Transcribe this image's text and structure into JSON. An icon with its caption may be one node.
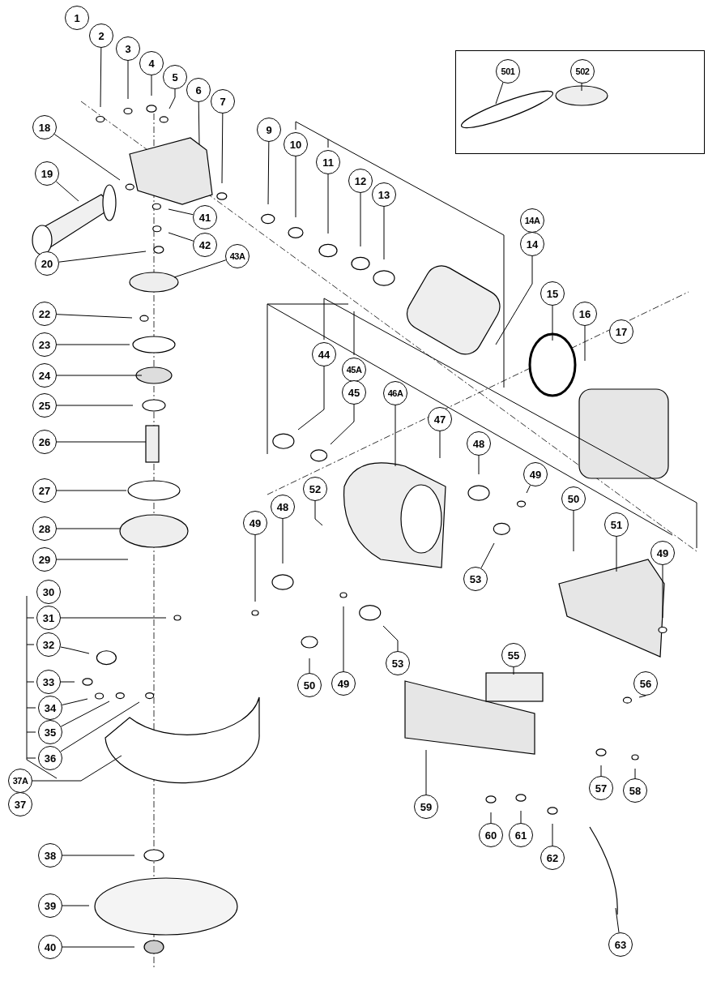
{
  "diagram": {
    "nodes": [
      {
        "text": [],
        "shape": "box"
      },
      {
        "text": [
          "501"
        ],
        "in": 0
      },
      {
        "text": [
          "502"
        ],
        "in": 0
      },
      {
        "text": [
          "1"
        ]
      },
      {
        "text": [
          "2"
        ]
      },
      {
        "text": [
          "3"
        ]
      },
      {
        "text": [
          "4"
        ]
      },
      {
        "text": [
          "5"
        ]
      },
      {
        "text": [
          "6"
        ]
      },
      {
        "text": [
          "7"
        ]
      },
      {
        "text": [
          "9"
        ]
      },
      {
        "text": [
          "10"
        ]
      },
      {
        "text": [
          "11"
        ]
      },
      {
        "text": [
          "12"
        ]
      },
      {
        "text": [
          "13"
        ]
      },
      {
        "text": [
          "14A"
        ]
      },
      {
        "text": [
          "14"
        ]
      },
      {
        "text": [
          "15"
        ]
      },
      {
        "text": [
          "16"
        ]
      },
      {
        "text": [
          "17"
        ]
      },
      {
        "text": [
          "18"
        ]
      },
      {
        "text": [
          "19"
        ]
      },
      {
        "text": [
          "20"
        ]
      },
      {
        "text": [
          "41"
        ]
      },
      {
        "text": [
          "42"
        ]
      },
      {
        "text": [
          "43A"
        ]
      },
      {
        "text": [
          "22"
        ]
      },
      {
        "text": [
          "23"
        ]
      },
      {
        "text": [
          "24"
        ]
      },
      {
        "text": [
          "25"
        ]
      },
      {
        "text": [
          "26"
        ]
      },
      {
        "text": [
          "27"
        ]
      },
      {
        "text": [
          "28"
        ]
      },
      {
        "text": [
          "29"
        ]
      },
      {
        "text": [
          "30"
        ]
      },
      {
        "text": [
          "31"
        ]
      },
      {
        "text": [
          "32"
        ]
      },
      {
        "text": [
          "33"
        ]
      },
      {
        "text": [
          "34"
        ]
      },
      {
        "text": [
          "35"
        ]
      },
      {
        "text": [
          "36"
        ]
      },
      {
        "text": [
          "37A"
        ]
      },
      {
        "text": [
          "37"
        ]
      },
      {
        "text": [
          "38"
        ]
      },
      {
        "text": [
          "39"
        ]
      },
      {
        "text": [
          "40"
        ]
      },
      {
        "text": [
          "44"
        ]
      },
      {
        "text": [
          "45A"
        ]
      },
      {
        "text": [
          "45"
        ]
      },
      {
        "text": [
          "46A"
        ]
      },
      {
        "text": [
          "47"
        ]
      },
      {
        "text": [
          "48"
        ]
      },
      {
        "text": [
          "49"
        ]
      },
      {
        "text": [
          "50"
        ]
      },
      {
        "text": [
          "51"
        ]
      },
      {
        "text": [
          "52"
        ]
      },
      {
        "text": [
          "48"
        ]
      },
      {
        "text": [
          "49"
        ]
      },
      {
        "text": [
          "53"
        ]
      },
      {
        "text": [
          "49"
        ]
      },
      {
        "text": [
          "53"
        ]
      },
      {
        "text": [
          "50"
        ]
      },
      {
        "text": [
          "49"
        ]
      },
      {
        "text": [
          "55"
        ]
      },
      {
        "text": [
          "56"
        ]
      },
      {
        "text": [
          "57"
        ]
      },
      {
        "text": [
          "58"
        ]
      },
      {
        "text": [
          "59"
        ]
      },
      {
        "text": [
          "60"
        ]
      },
      {
        "text": [
          "61"
        ]
      },
      {
        "text": [
          "62"
        ]
      },
      {
        "text": [
          "63"
        ]
      }
    ],
    "edges": [
      {
        "from": 1,
        "to": null,
        "arrow": "none"
      },
      {
        "from": 2,
        "to": null,
        "arrow": "none"
      },
      {
        "from": 4,
        "to": null,
        "arrow": "none"
      },
      {
        "from": 5,
        "to": null,
        "arrow": "none"
      },
      {
        "from": 6,
        "to": null,
        "arrow": "none"
      },
      {
        "from": 7,
        "to": null,
        "arrow": "none"
      },
      {
        "from": 8,
        "to": null,
        "arrow": "none"
      },
      {
        "from": 9,
        "to": null,
        "arrow": "none"
      },
      {
        "from": 10,
        "to": null,
        "arrow": "none"
      },
      {
        "from": 11,
        "to": null,
        "arrow": "none"
      },
      {
        "from": 12,
        "to": null,
        "arrow": "none"
      },
      {
        "from": 13,
        "to": null,
        "arrow": "none"
      },
      {
        "from": 14,
        "to": null,
        "arrow": "none"
      },
      {
        "from": 16,
        "to": null,
        "arrow": "none"
      },
      {
        "from": 17,
        "to": null,
        "arrow": "none"
      },
      {
        "from": 18,
        "to": null,
        "arrow": "none"
      },
      {
        "from": 20,
        "to": null,
        "arrow": "none"
      },
      {
        "from": 21,
        "to": null,
        "arrow": "none"
      },
      {
        "from": 22,
        "to": null,
        "arrow": "none"
      },
      {
        "from": 23,
        "to": null,
        "arrow": "none"
      },
      {
        "from": 24,
        "to": null,
        "arrow": "none"
      },
      {
        "from": 25,
        "to": null,
        "arrow": "none"
      },
      {
        "from": 26,
        "to": null,
        "arrow": "none"
      },
      {
        "from": 27,
        "to": null,
        "arrow": "none"
      },
      {
        "from": 28,
        "to": null,
        "arrow": "none"
      },
      {
        "from": 29,
        "to": null,
        "arrow": "none"
      },
      {
        "from": 30,
        "to": null,
        "arrow": "none"
      },
      {
        "from": 31,
        "to": null,
        "arrow": "none"
      },
      {
        "from": 32,
        "to": null,
        "arrow": "none"
      },
      {
        "from": 33,
        "to": null,
        "arrow": "none"
      },
      {
        "from": 35,
        "to": null,
        "arrow": "none"
      },
      {
        "from": 36,
        "to": null,
        "arrow": "none"
      },
      {
        "from": 37,
        "to": null,
        "arrow": "none"
      },
      {
        "from": 38,
        "to": null,
        "arrow": "none"
      },
      {
        "from": 39,
        "to": null,
        "arrow": "none"
      },
      {
        "from": 40,
        "to": null,
        "arrow": "none"
      },
      {
        "from": 41,
        "to": null,
        "arrow": "none"
      },
      {
        "from": 43,
        "to": null,
        "arrow": "none"
      },
      {
        "from": 44,
        "to": null,
        "arrow": "none"
      },
      {
        "from": 45,
        "to": null,
        "arrow": "none"
      },
      {
        "from": 46,
        "to": null,
        "arrow": "none"
      },
      {
        "from": 48,
        "to": null,
        "arrow": "none"
      },
      {
        "from": 49,
        "to": null,
        "arrow": "none"
      },
      {
        "from": 50,
        "to": null,
        "arrow": "none"
      },
      {
        "from": 51,
        "to": null,
        "arrow": "none"
      },
      {
        "from": 52,
        "to": null,
        "arrow": "none"
      },
      {
        "from": 53,
        "to": null,
        "arrow": "none"
      },
      {
        "from": 54,
        "to": null,
        "arrow": "none"
      },
      {
        "from": 55,
        "to": null,
        "arrow": "none"
      },
      {
        "from": 56,
        "to": null,
        "arrow": "none"
      },
      {
        "from": 57,
        "to": null,
        "arrow": "none"
      },
      {
        "from": 58,
        "to": null,
        "arrow": "none"
      },
      {
        "from": 59,
        "to": null,
        "arrow": "none"
      },
      {
        "from": 60,
        "to": null,
        "arrow": "none"
      },
      {
        "from": 61,
        "to": null,
        "arrow": "none"
      },
      {
        "from": 62,
        "to": null,
        "arrow": "none"
      },
      {
        "from": 63,
        "to": null,
        "arrow": "none"
      },
      {
        "from": 64,
        "to": null,
        "arrow": "none"
      },
      {
        "from": 65,
        "to": null,
        "arrow": "none"
      },
      {
        "from": 66,
        "to": null,
        "arrow": "none"
      },
      {
        "from": 67,
        "to": null,
        "arrow": "none"
      },
      {
        "from": 68,
        "to": null,
        "arrow": "none"
      },
      {
        "from": 69,
        "to": null,
        "arrow": "none"
      },
      {
        "from": 70,
        "to": null,
        "arrow": "none"
      },
      {
        "from": 71,
        "to": null,
        "arrow": "none"
      }
    ]
  }
}
